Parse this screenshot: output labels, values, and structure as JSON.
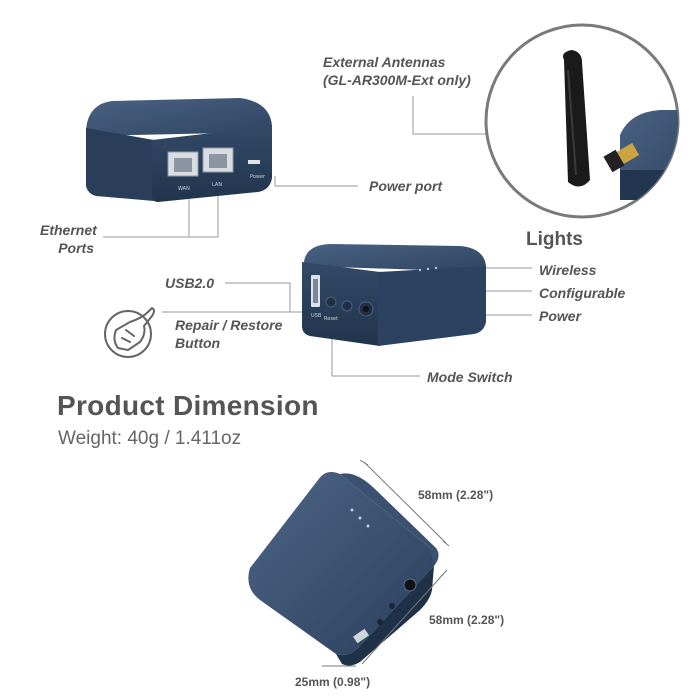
{
  "labels": {
    "external_antennas_line1": "External Antennas",
    "external_antennas_line2": "(GL-AR300M-Ext only)",
    "power_port": "Power port",
    "ethernet_line1": "Ethernet",
    "ethernet_line2": "Ports",
    "lights": "Lights",
    "wireless": "Wireless",
    "configurable": "Configurable",
    "power": "Power",
    "usb": "USB2.0",
    "repair_line1": "Repair / Restore",
    "repair_line2": "Button",
    "mode_switch": "Mode Switch"
  },
  "device_markings": {
    "wan": "WAN",
    "lan": "LAN",
    "power": "Power",
    "usb": "USB",
    "reset": "Reset"
  },
  "product": {
    "title": "Product Dimension",
    "weight": "Weight: 40g / 1.411oz"
  },
  "dimensions": {
    "length": "58mm (2.28\")",
    "width": "58mm (2.28\")",
    "height": "25mm (0.98\")"
  },
  "colors": {
    "device_body": "#2f4460",
    "device_top": "#3d5472",
    "line": "#9a9a9a",
    "text": "#555555"
  }
}
